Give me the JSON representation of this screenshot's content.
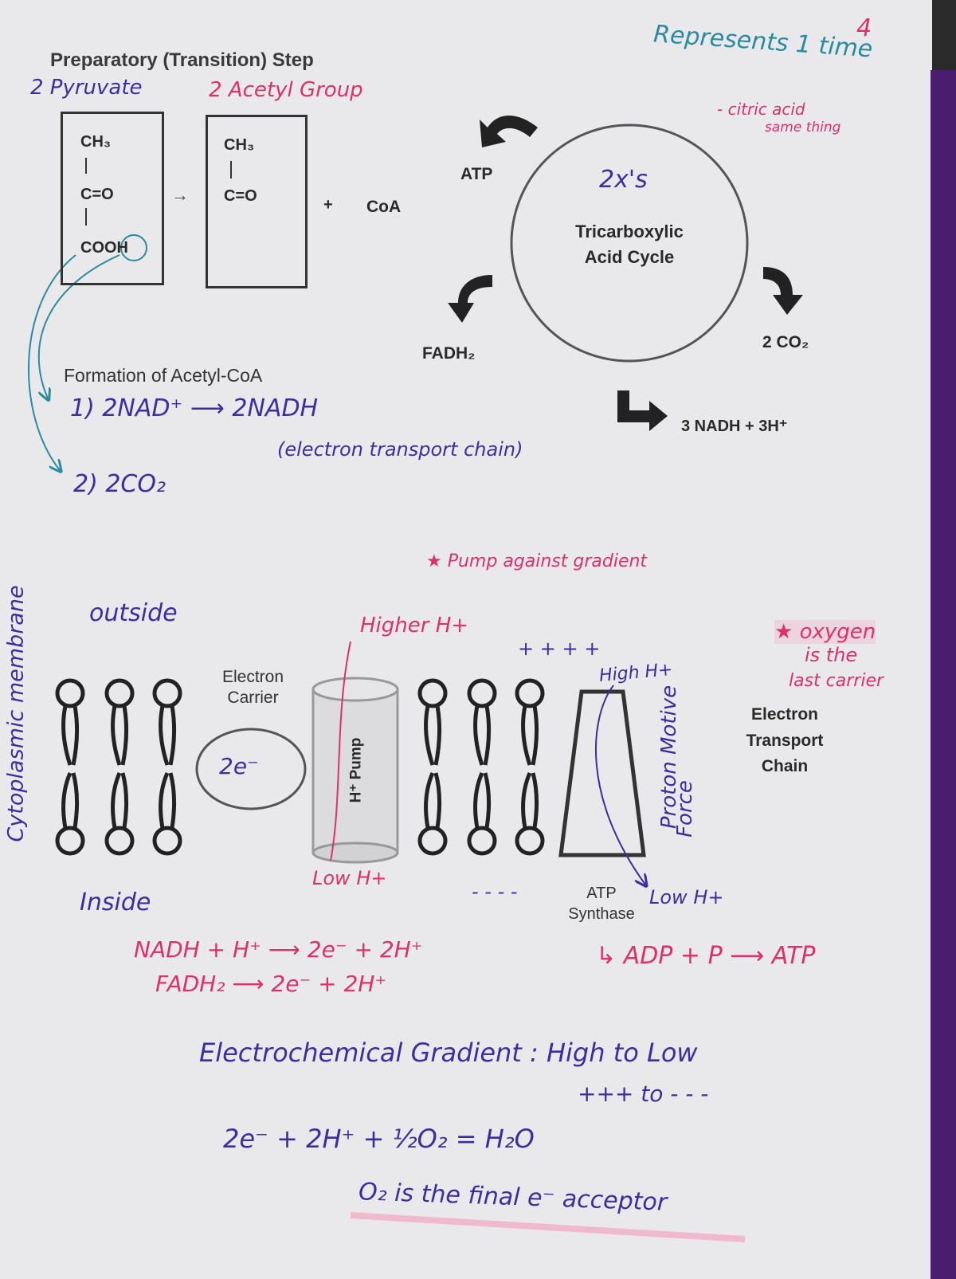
{
  "header_note": "Represents 1 time",
  "page_number": "4",
  "prep": {
    "title": "Preparatory (Transition) Step",
    "label_left": "2 Pyruvate",
    "label_right": "2 Acetyl Group",
    "pyruvate": [
      "CH₃",
      "C=O",
      "COOH"
    ],
    "acetyl": [
      "CH₃",
      "C=O"
    ],
    "arrow": "→",
    "plus": "+",
    "coa": "CoA"
  },
  "formation": {
    "title": "Formation of Acetyl-CoA",
    "step1": "1) 2NAD⁺ ⟶ 2NADH",
    "step1_note": "(electron transport chain)",
    "step2": "2) 2CO₂"
  },
  "cycle": {
    "title_line1": "Tricarboxylic",
    "title_line2": "Acid Cycle",
    "note": "2x's",
    "side_note_line1": "- citric acid",
    "side_note_line2": "same thing",
    "atp": "ATP",
    "fadh2": "FADH₂",
    "co2": "2 CO₂",
    "nadh": "3 NADH + 3H⁺"
  },
  "etc": {
    "pump_note": "★ Pump against gradient",
    "outside": "outside",
    "inside": "Inside",
    "membrane": "Cytoplasmic membrane",
    "carrier_line1": "Electron",
    "carrier_line2": "Carrier",
    "electron": "2e⁻",
    "higher": "Higher H+",
    "pump": "H⁺ Pump",
    "low": "Low H+",
    "plus_signs": "+ + + +",
    "minus_signs": "- - - -",
    "high": "High H+",
    "pmf_line1": "Proton Motive",
    "pmf_line2": "Force",
    "atp_synthase_line1": "ATP",
    "atp_synthase_line2": "Synthase",
    "low2": "Low H+",
    "oxygen_line1": "★ oxygen",
    "oxygen_line2": "is the",
    "oxygen_line3": "last carrier",
    "title_line1": "Electron",
    "title_line2": "Transport",
    "title_line3": "Chain"
  },
  "equations": {
    "eq1": "NADH + H⁺ ⟶ 2e⁻ + 2H⁺",
    "eq2": "FADH₂ ⟶ 2e⁻ + 2H⁺",
    "adp": "↳ ADP + P ⟶ ATP",
    "gradient": "Electrochemical Gradient : High to Low",
    "gradient2": "+++ to - - -",
    "water": "2e⁻ + 2H⁺ + ½O₂ = H₂O",
    "final": "O₂ is the final e⁻ acceptor"
  }
}
